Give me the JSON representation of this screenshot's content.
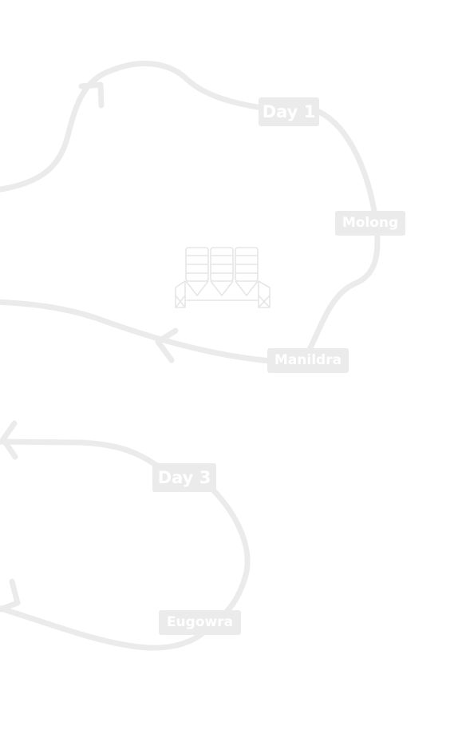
{
  "map": {
    "labels": {
      "day1": "Day 1",
      "day3": "Day 3",
      "molong": "Molong",
      "manildra": "Manildra",
      "eugowra": "Eugowra"
    },
    "icons": {
      "center": "grain-silos-icon"
    },
    "colors": {
      "route": "#ebebeb",
      "label_bg": "#ebebeb",
      "label_text": "#ffffff",
      "background": "#ffffff"
    }
  }
}
